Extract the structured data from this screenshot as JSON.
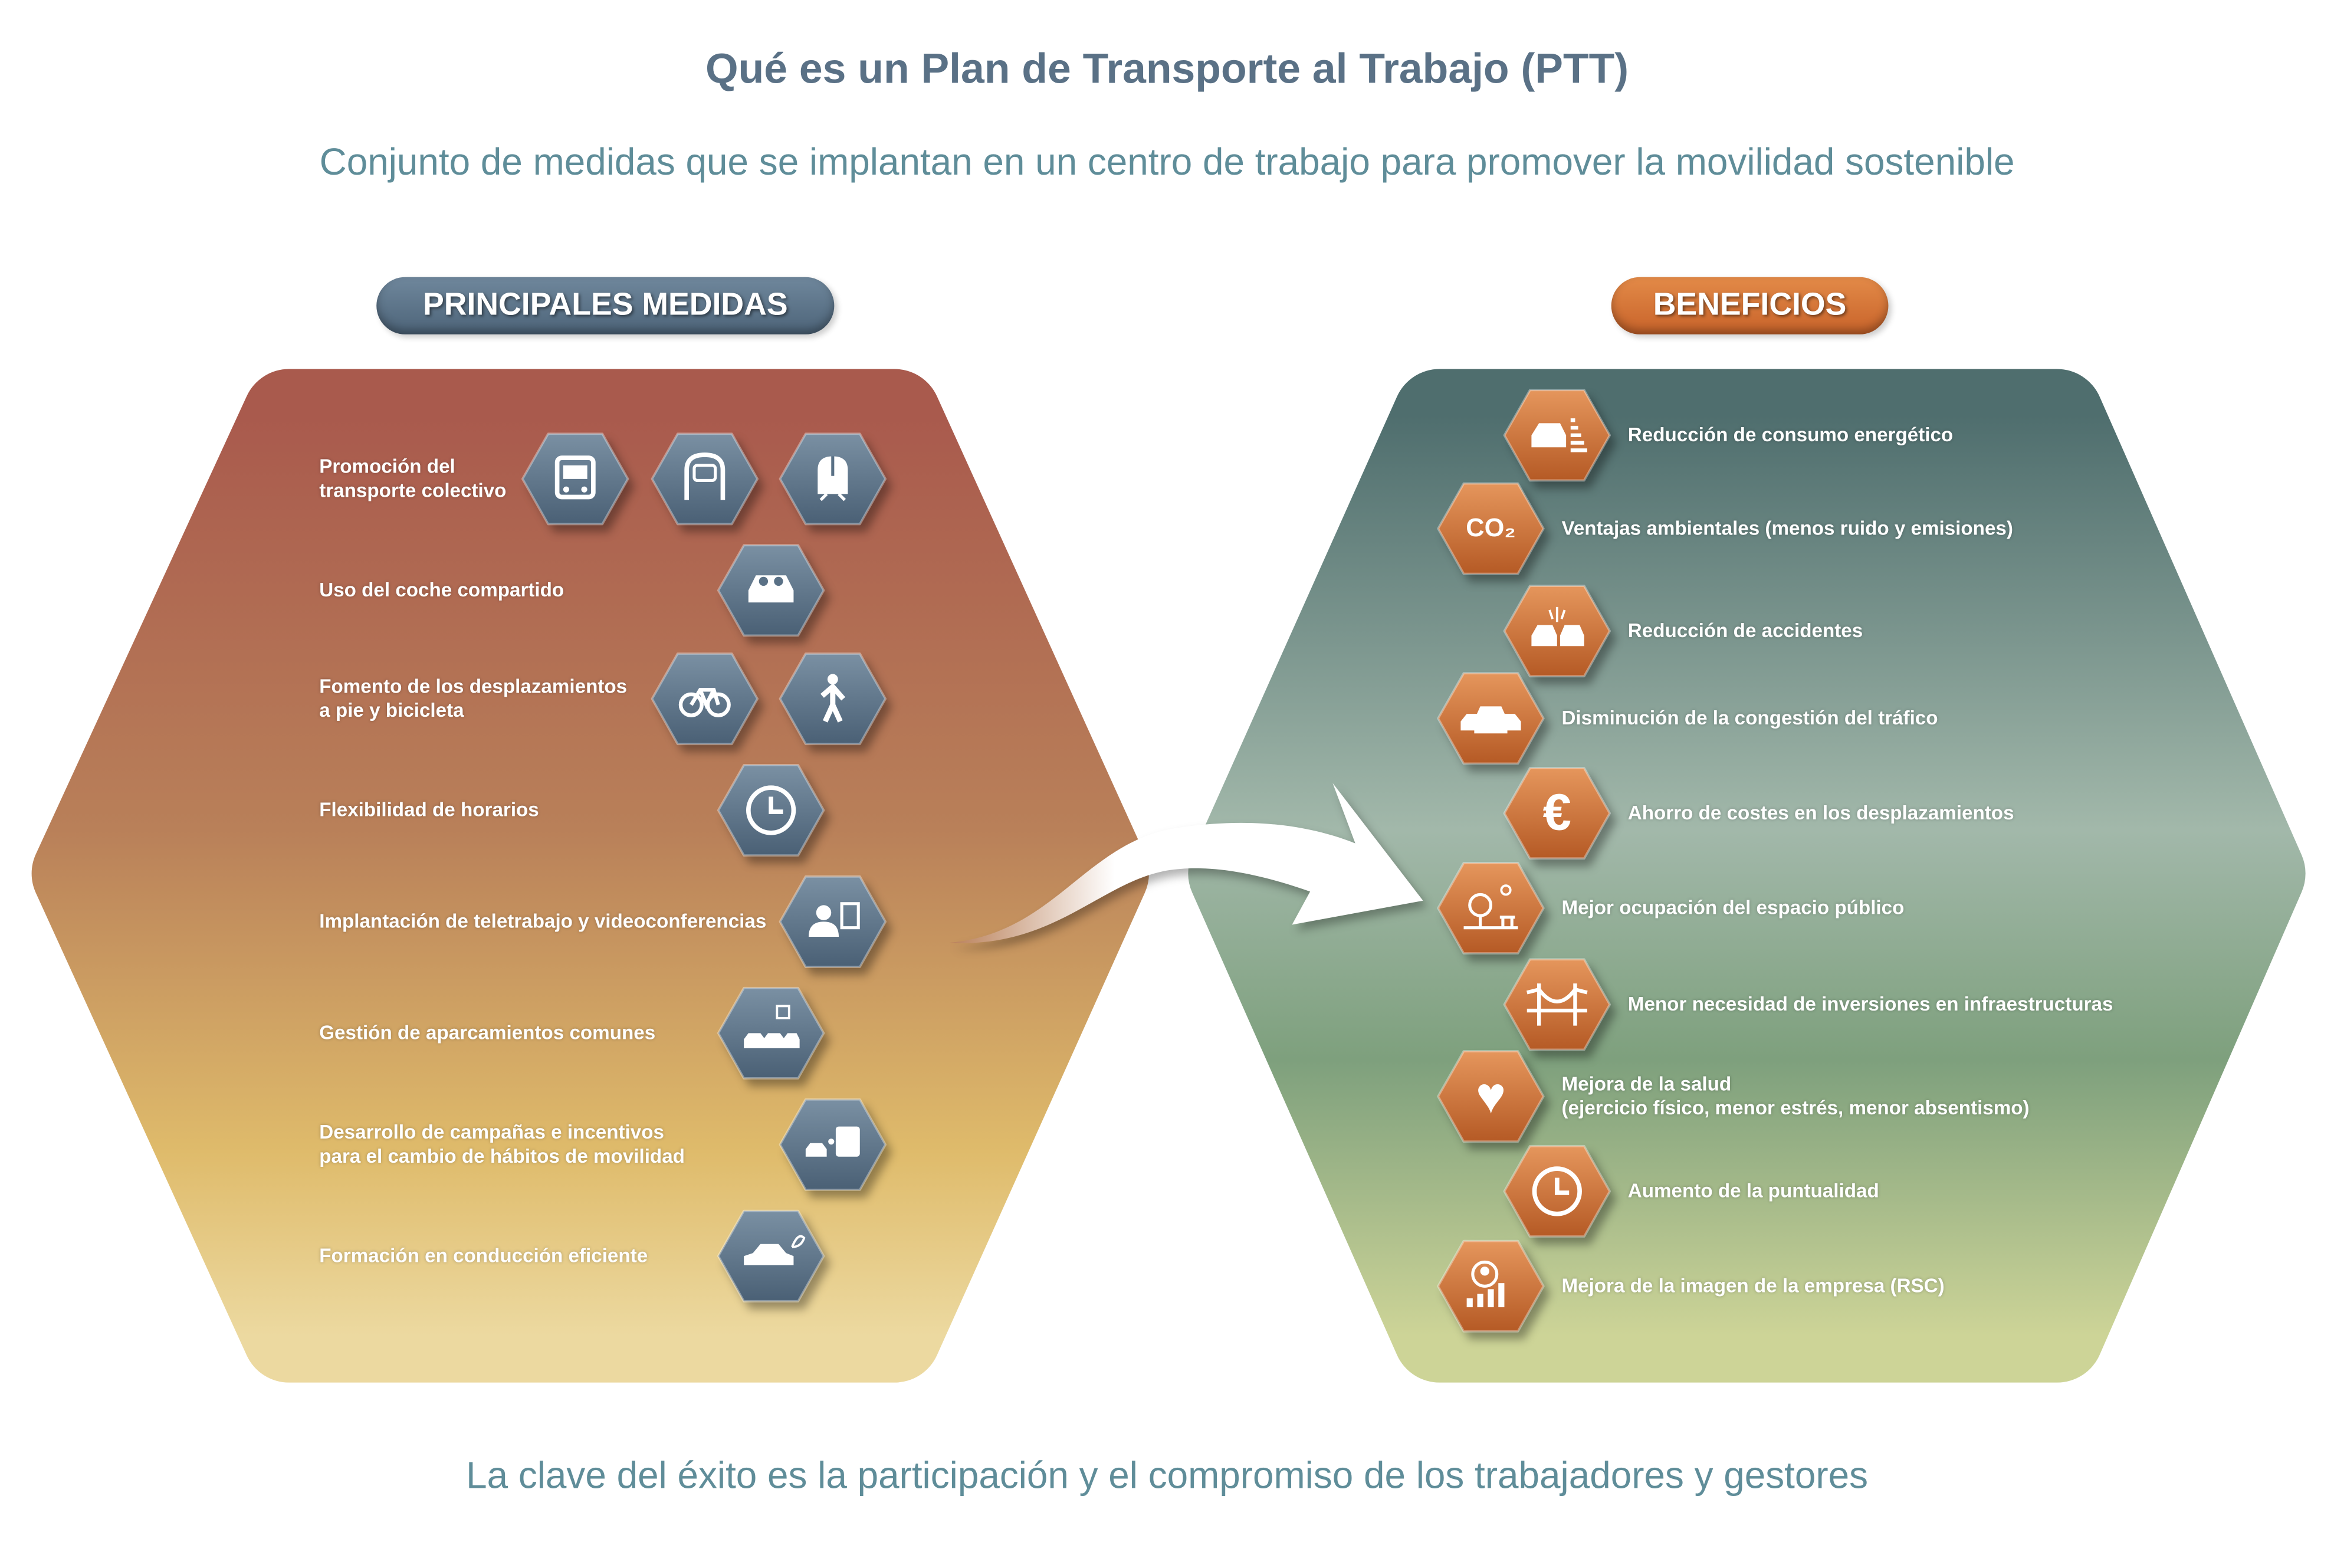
{
  "title": "Qué es un Plan de Transporte al Trabajo (PTT)",
  "subtitle": "Conjunto de medidas que se implantan en un centro de trabajo para promover la movilidad sostenible",
  "footer": "La clave del éxito es la participación y el compromiso de los trabajadores y gestores",
  "colors": {
    "medidas_accent": "#5a7186",
    "beneficios_accent": "#d06d30",
    "text_blue": "#5f8d99"
  },
  "medidas": {
    "heading": "PRINCIPALES MEDIDAS",
    "items": [
      {
        "label": "Promoción del\ntransporte colectivo",
        "icons": [
          "bus-icon",
          "tram-icon",
          "train-icon"
        ]
      },
      {
        "label": "Uso del coche compartido",
        "icons": [
          "carpool-icon"
        ]
      },
      {
        "label": "Fomento de los desplazamientos\na pie y bicicleta",
        "icons": [
          "bicycle-icon",
          "pedestrian-icon"
        ]
      },
      {
        "label": "Flexibilidad de horarios",
        "icons": [
          "clock-icon"
        ]
      },
      {
        "label": "Implantación de teletrabajo y videoconferencias",
        "icons": [
          "teleworking-icon"
        ]
      },
      {
        "label": "Gestión de aparcamientos comunes",
        "icons": [
          "parking-icon"
        ]
      },
      {
        "label": "Desarrollo de campañas e incentivos\npara el cambio de hábitos de movilidad",
        "icons": [
          "campaign-icon"
        ]
      },
      {
        "label": "Formación en conducción eficiente",
        "icons": [
          "eco-car-icon"
        ]
      }
    ]
  },
  "beneficios": {
    "heading": "BENEFICIOS",
    "items": [
      {
        "label": "Reducción de consumo energético",
        "icon": "energy-car-icon"
      },
      {
        "label": "Ventajas ambientales (menos ruido y emisiones)",
        "icon": "co2-icon",
        "glyph": "CO₂"
      },
      {
        "label": "Reducción de accidentes",
        "icon": "crash-icon"
      },
      {
        "label": "Disminución de la congestión del tráfico",
        "icon": "traffic-icon"
      },
      {
        "label": "Ahorro de costes en los desplazamientos",
        "icon": "euro-icon",
        "glyph": "€"
      },
      {
        "label": "Mejor ocupación del espacio público",
        "icon": "park-icon"
      },
      {
        "label": "Menor necesidad de inversiones en infraestructuras",
        "icon": "bridge-icon"
      },
      {
        "label": "Mejora de la salud\n(ejercicio físico, menor estrés, menor absentismo)",
        "icon": "heart-icon",
        "glyph": "♥"
      },
      {
        "label": "Aumento de la puntualidad",
        "icon": "clock-icon"
      },
      {
        "label": "Mejora de la imagen de la empresa (RSC)",
        "icon": "company-image-icon"
      }
    ]
  }
}
